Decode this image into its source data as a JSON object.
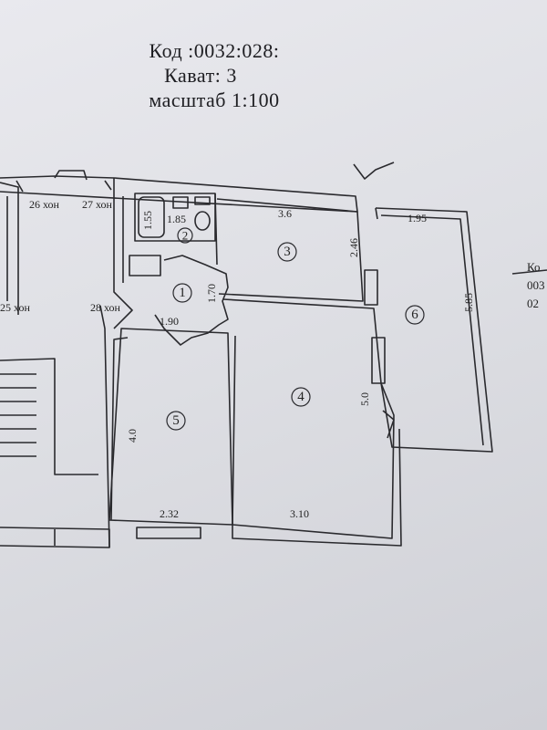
{
  "header": {
    "code": "Код :0032:028:",
    "floor": "Кават: 3",
    "scale": "масштаб 1:100"
  },
  "rooms": {
    "r1": "1",
    "r2": "2",
    "r3": "3",
    "r4": "4",
    "r5": "5",
    "r6": "6"
  },
  "dims": {
    "bath_width": "1.85",
    "bath_height": "1.55",
    "room3_width": "3.6",
    "room3_height": "2.46",
    "room6_width": "1.95",
    "room6_height": "5.85",
    "room1_height": "1.70",
    "room1_width": "1.90",
    "room4_height": "5.0",
    "room4_width": "3.10",
    "room5_height": "4.0",
    "room5_width": "2.32"
  },
  "apartments": {
    "a26": "26 хон",
    "a27": "27 хон",
    "a25": "25 хон",
    "a28": "28 хон"
  },
  "edge": {
    "line1": "Ко",
    "line2": "003",
    "line3": "02"
  }
}
